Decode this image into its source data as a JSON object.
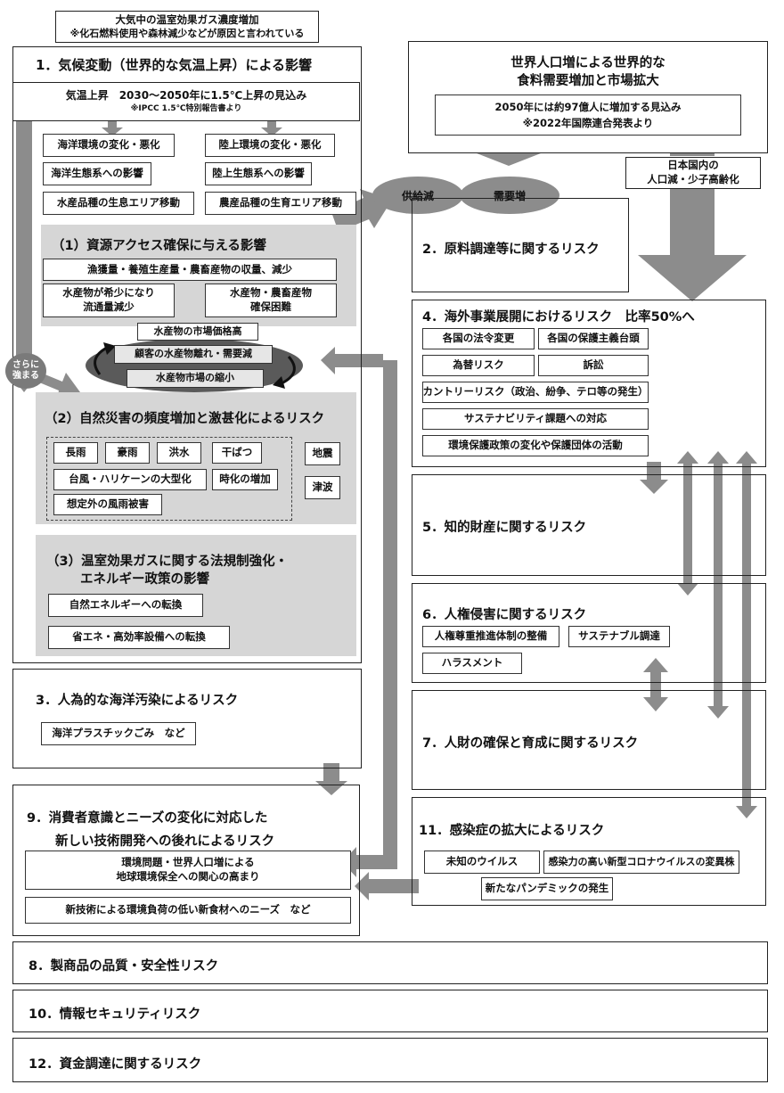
{
  "header": {
    "line1": "大気中の温室効果ガス濃度増加",
    "line2": "※化石燃料使用や森林減少などが原因と言われている"
  },
  "risk1": {
    "title": "1．気候変動（世界的な気温上昇）による影響",
    "temp_line1": "気温上昇　2030～2050年に1.5℃上昇の見込み",
    "temp_line2": "※IPCC 1.5℃特別報告書より",
    "marine": [
      "海洋環境の変化・悪化",
      "海洋生態系への影響",
      "水産品種の生息エリア移動"
    ],
    "land": [
      "陸上環境の変化・悪化",
      "陸上生態系への影響",
      "農産品種の生育エリア移動"
    ],
    "sub1": {
      "title": "（1）資源アクセス確保に与える影響",
      "item1": "漁獲量・養殖生産量・農畜産物の収量、減少",
      "item2a": "水産物が希少になり",
      "item2b": "流通量減少",
      "item3a": "水産物・農畜産物",
      "item3b": "確保困難"
    },
    "cycle": {
      "top": "水産物の市場価格高",
      "mid": "顧客の水産物離れ・需要減",
      "bottom": "水産物市場の縮小"
    },
    "stronger_a": "さらに",
    "stronger_b": "強まる",
    "sub2": {
      "title": "（2）自然災害の頻度増加と激甚化によるリスク",
      "items": [
        "長雨",
        "豪雨",
        "洪水",
        "干ばつ",
        "台風・ハリケーンの大型化",
        "時化の増加",
        "想定外の風雨被害"
      ],
      "quake": "地震",
      "tsunami": "津波"
    },
    "sub3": {
      "title_a": "（3）温室効果ガスに関する法規制強化・",
      "title_b": "エネルギー政策の影響",
      "item1": "自然エネルギーへの転換",
      "item2": "省エネ・高効率設備への転換"
    }
  },
  "population": {
    "title_a": "世界人口増による世界的な",
    "title_b": "食料需要増加と市場拡大",
    "note1": "2050年には約97億人に増加する見込み",
    "note2": "※2022年国際連合発表より",
    "supply": "供給減",
    "demand": "需要増",
    "japan_a": "日本国内の",
    "japan_b": "人口減・少子高齢化"
  },
  "risk2": {
    "title": "2．原料調達等に関するリスク"
  },
  "risk4": {
    "title": "4．海外事業展開におけるリスク　比率50%へ",
    "items": [
      "各国の法令変更",
      "各国の保護主義台頭",
      "為替リスク",
      "訴訟",
      "カントリーリスク（政治、紛争、テロ等の発生）",
      "サステナビリティ課題への対応",
      "環境保護政策の変化や保護団体の活動"
    ]
  },
  "risk5": {
    "title": "5．知的財産に関するリスク"
  },
  "risk6": {
    "title": "6．人権侵害に関するリスク",
    "items": [
      "人権尊重推進体制の整備",
      "サステナブル調達",
      "ハラスメント"
    ]
  },
  "risk7": {
    "title": "7．人財の確保と育成に関するリスク"
  },
  "risk3": {
    "title": "3．人為的な海洋汚染によるリスク",
    "item": "海洋プラスチックごみ　など"
  },
  "risk9": {
    "title_a": "9．消費者意識とニーズの変化に対応した",
    "title_b": "新しい技術開発への後れによるリスク",
    "item1a": "環境問題・世界人口増による",
    "item1b": "地球環境保全への関心の高まり",
    "item2": "新技術による環境負荷の低い新食材へのニーズ　など"
  },
  "risk11": {
    "title": "11．感染症の拡大によるリスク",
    "items": [
      "未知のウイルス",
      "感染力の高い新型コロナウイルスの変異株",
      "新たなパンデミックの発生"
    ]
  },
  "risk8": {
    "title": "8．製商品の品質・安全性リスク"
  },
  "risk10": {
    "title": "10．情報セキュリティリスク"
  },
  "risk12": {
    "title": "12．資金調達に関するリスク"
  },
  "colors": {
    "arrow": "#8c8c8c",
    "panel": "#d6d6d6",
    "ellipse": "#5a5a5a"
  }
}
